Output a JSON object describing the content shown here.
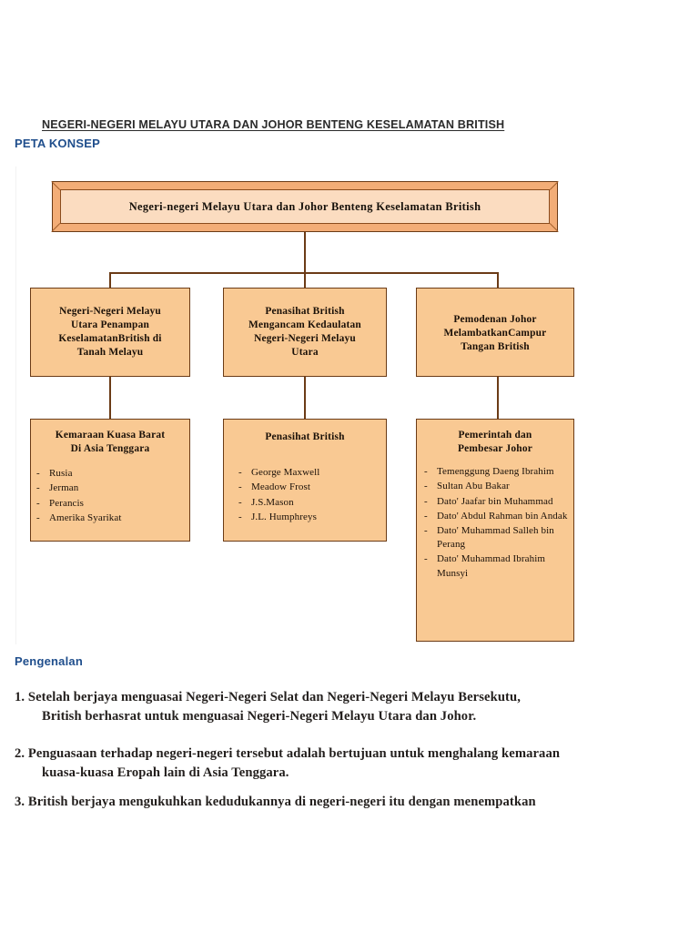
{
  "document": {
    "title": "NEGERI-NEGERI MELAYU UTARA DAN JOHOR BENTENG KESELAMATAN BRITISH",
    "subtitle": "PETA KONSEP",
    "section_heading": "Pengenalan"
  },
  "colors": {
    "heading_blue": "#1F4E8C",
    "node_fill": "#F9C993",
    "node_border": "#6B3B16",
    "top_node_frame": "#F3AD77",
    "top_node_inner": "#FBDCC0",
    "body_text": "#231F1D"
  },
  "concept_map": {
    "root": {
      "label": "Negeri-negeri Melayu Utara dan Johor Benteng Keselamatan British"
    },
    "branches": [
      {
        "id": "branch-1",
        "title": [
          "Negeri-Negeri Melayu",
          "Utara Penampan",
          "KeselamatanBritish di",
          "Tanah Melayu"
        ],
        "child": {
          "heading": [
            "Kemaraan Kuasa Barat",
            "Di Asia Tenggara"
          ],
          "items": [
            "Rusia",
            "Jerman",
            "Perancis",
            "Amerika Syarikat"
          ]
        }
      },
      {
        "id": "branch-2",
        "title": [
          "Penasihat British",
          "Mengancam Kedaulatan",
          "Negeri-Negeri Melayu",
          "Utara"
        ],
        "child": {
          "heading": [
            "Penasihat British"
          ],
          "items": [
            "George Maxwell",
            "Meadow Frost",
            "J.S.Mason",
            "J.L. Humphreys"
          ]
        }
      },
      {
        "id": "branch-3",
        "title": [
          "Pemodenan Johor",
          "MelambatkanCampur",
          "Tangan British"
        ],
        "child": {
          "heading": [
            "Pemerintah dan",
            "Pembesar Johor"
          ],
          "items": [
            "Temenggung Daeng Ibrahim",
            "Sultan Abu Bakar",
            "Dato' Jaafar bin Muhammad",
            "Dato' Abdul Rahman bin Andak",
            "Dato' Muhammad Salleh bin Perang",
            "Dato' Muhammad Ibrahim Munsyi"
          ]
        }
      }
    ]
  },
  "body": {
    "paragraphs": [
      {
        "number": "1.",
        "line1": "1. Setelah berjaya menguasai Negeri-Negeri Selat dan Negeri-Negeri Melayu Bersekutu,",
        "line2": "British berhasrat untuk menguasai Negeri-Negeri Melayu Utara dan Johor."
      },
      {
        "number": "2.",
        "line1": "2. Penguasaan terhadap negeri-negeri tersebut adalah bertujuan untuk menghalang kemaraan",
        "line2": "kuasa-kuasa Eropah lain di Asia Tenggara."
      },
      {
        "number": "3.",
        "line1": "3. British berjaya mengukuhkan kedudukannya di negeri-negeri itu dengan menempatkan",
        "line2": ""
      }
    ]
  }
}
